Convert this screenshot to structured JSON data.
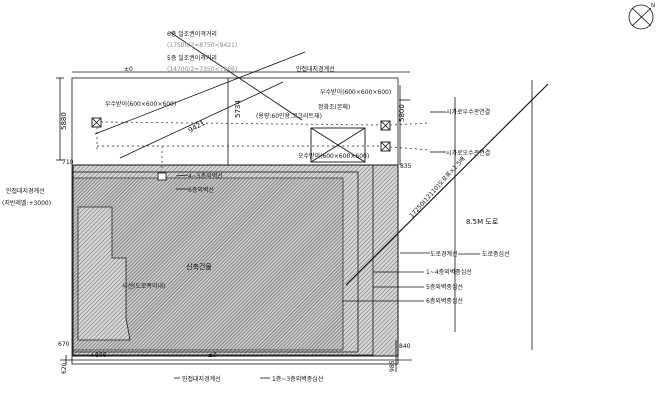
{
  "dims": {
    "north_offset": "5880",
    "site_offset": "5734",
    "right_offset_top": "5800",
    "left_top": "710",
    "right_top": "835",
    "left_bottom": "670",
    "right_bottom": "840",
    "bottom_left_a": "620",
    "bottom_right": "985",
    "plus_800": "+800",
    "zero_top": "±0",
    "zero_bottom": "±0"
  },
  "labels": {
    "height_limit_6f": "6층 일조권이격거리",
    "height_limit_6f_calc": "(17500/2=8750<9421)",
    "height_limit_5f": "5층 일조권이격거리",
    "height_limit_5f_calc": "(14700/2=7350<7866)",
    "adjacent_boundary_top": "인접대지경계선",
    "adjacent_boundary_bottom": "인접대지경계선",
    "adjacent_boundary_left": "인접대지경계선",
    "adjacent_level_left": "(지반레벨:+3000)",
    "catch_basin_left": "우수받이(600×600×600)",
    "catch_basin_top": "우수받이(600×600×600)",
    "catch_basin_bottom": "오수받이(600×600×600)",
    "septic_tank": "정화조(본체)",
    "septic_spec": "(용량:60인용,코크리트재)",
    "sewer_connect_1": "시가로우수관연결",
    "sewer_connect_2": "시가로오수관연결",
    "floor_line_4_5": "4~5층외벽선",
    "floor_line_6": "6층외벽선",
    "building": "신축건물",
    "sloped_setback": "사선(도로폭이내)",
    "road_setback_diag": "17250(12110)도로폭×1.5배",
    "road_width": "8.5M 도로",
    "road_boundary": "도로경계선",
    "road_centerline": "도로중심선",
    "floor_line_1_4": "1~4층외벽중심선",
    "floor_line_5_6": "5층외벽중심선",
    "floor_line_6b": "6층외벽중심선",
    "floor_line_1_3_bottom": "1층~3층외벽중심선",
    "value_9421": "9421"
  }
}
